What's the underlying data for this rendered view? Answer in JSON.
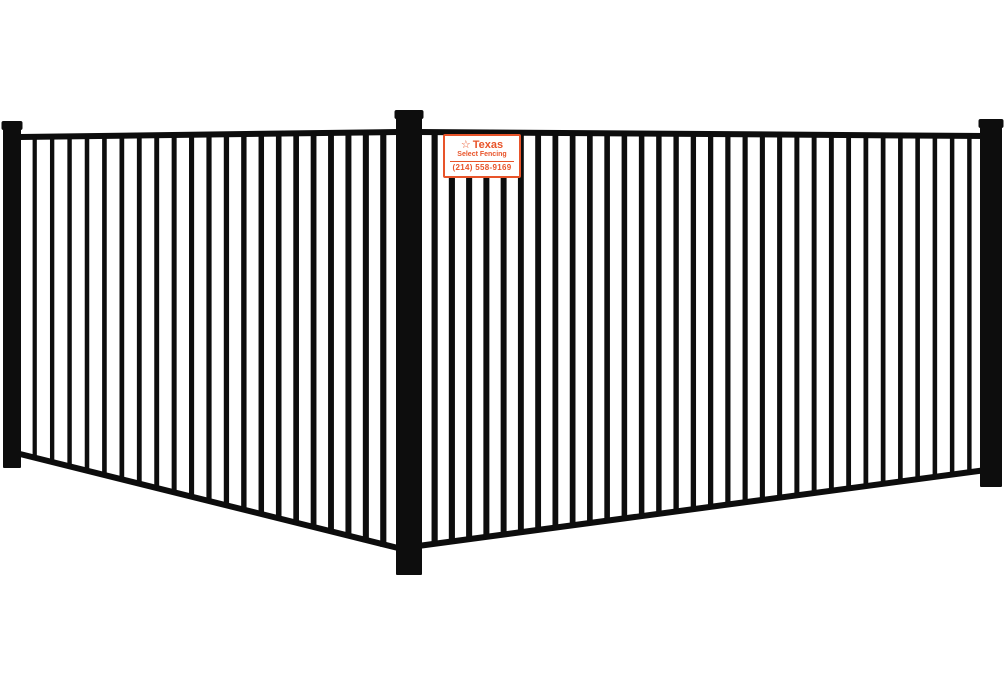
{
  "colors": {
    "fence": "#0d0d0d",
    "sign_accent": "#e8542a",
    "background": "#ffffff"
  },
  "sign": {
    "brand": "Texas",
    "subtitle": "Select Fencing",
    "phone": "(214) 558-9169",
    "icon": "star-icon"
  }
}
